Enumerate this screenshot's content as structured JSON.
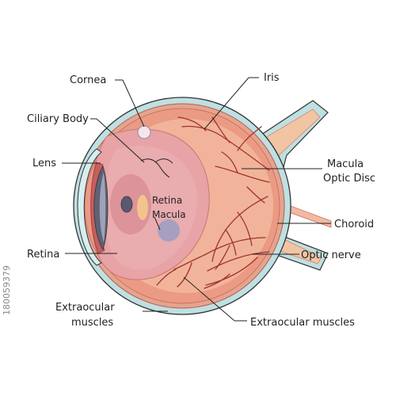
{
  "diagram": {
    "labels": {
      "cornea": "Cornea",
      "iris": "Iris",
      "ciliary_body": "Ciliary Body",
      "macula_right": "Macula",
      "optic_disc": "Optic Disc",
      "lens": "Lens",
      "choroid": "Choroid",
      "retina_left": "Retina",
      "optic_nerve": "Optic nerve",
      "extraocular_left_1": "Extraocular",
      "extraocular_left_2": "muscles",
      "extraocular_bottom": "Extraocular muscles",
      "retina_inner": "Retina",
      "macula_inner": "Macula"
    },
    "watermark": "180059379",
    "colors": {
      "sclera": "#bfe0e2",
      "outline": "#333333",
      "choroid": "#e3a58f",
      "retina_layer": "#ea8f78",
      "vitreous": "#e8a6a6",
      "iris_outer": "#c66b6b",
      "lens_dark": "#5f6275",
      "vessel": "#a1322e",
      "macula_spot": "#9a9cc6",
      "disc_spot": "#f2c48b"
    }
  }
}
